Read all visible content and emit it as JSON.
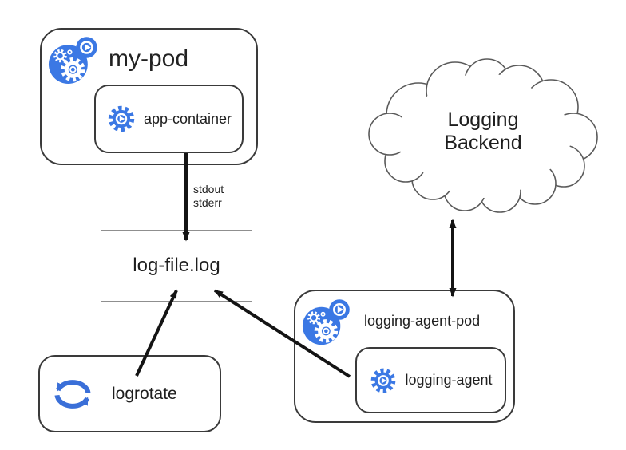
{
  "diagram": {
    "nodes": {
      "my_pod": {
        "label": "my-pod",
        "kind": "pod"
      },
      "app_container": {
        "label": "app-container",
        "kind": "container"
      },
      "log_file": {
        "label": "log-file.log",
        "kind": "file"
      },
      "logrotate": {
        "label": "logrotate",
        "kind": "process"
      },
      "logging_agent_pod": {
        "label": "logging-agent-pod",
        "kind": "pod"
      },
      "logging_agent": {
        "label": "logging-agent",
        "kind": "container"
      },
      "logging_backend": {
        "label": "Logging Backend",
        "kind": "cloud"
      }
    },
    "edge_labels": {
      "stdout": "stdout",
      "stderr": "stderr"
    },
    "edges": [
      {
        "from": "app-container",
        "to": "log-file.log",
        "label": "stdout stderr",
        "direction": "one-way"
      },
      {
        "from": "logrotate",
        "to": "log-file.log",
        "label": "",
        "direction": "one-way"
      },
      {
        "from": "logging-agent",
        "to": "log-file.log",
        "label": "",
        "direction": "one-way"
      },
      {
        "from": "logging-agent-pod",
        "to": "Logging Backend",
        "label": "",
        "direction": "two-way"
      }
    ],
    "icons": [
      "pod-icon",
      "container-icon",
      "logrotate-icon",
      "cloud-shape"
    ],
    "colors": {
      "icon_blue": "#3b78e4",
      "logrotate_blue": "#3a6fd8",
      "arrow": "#141414",
      "border_dark": "#3a3a3a",
      "border_light": "#8f8f8f",
      "text": "#1e1e1e",
      "background": "#ffffff"
    }
  }
}
